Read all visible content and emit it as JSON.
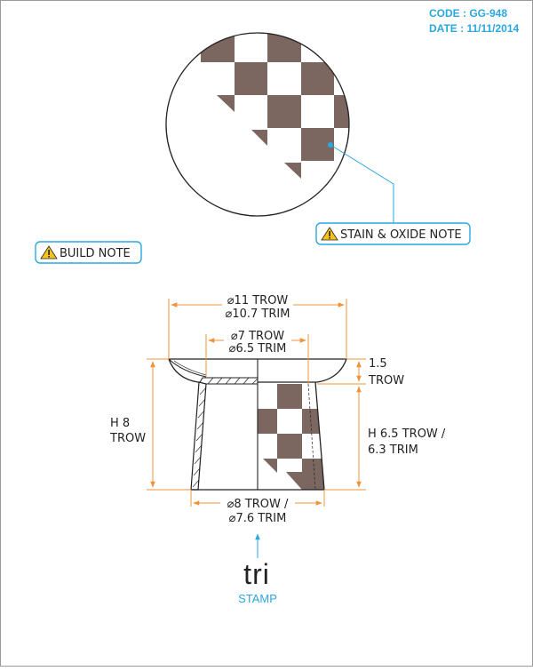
{
  "header": {
    "code": "CODE : GG-948",
    "date": "DATE : 11/11/2014"
  },
  "notes": {
    "stain_oxide": "STAIN & OXIDE NOTE",
    "build": "BUILD NOTE"
  },
  "dimensions": {
    "rim_trow": "⌀11 TROW",
    "rim_trim": "⌀10.7 TRIM",
    "inner_trow": "⌀7 TROW",
    "inner_trim": "⌀6.5 TRIM",
    "lip_value": "1.5",
    "lip_unit": "TROW",
    "total_height_value": "H 8",
    "total_height_unit": "TROW",
    "body_height_1": "H 6.5 TROW /",
    "body_height_2": "6.3 TRIM",
    "base_trow": "⌀8 TROW /",
    "base_trim": "⌀7.6 TRIM"
  },
  "stamp": {
    "mark": "tri",
    "label": "STAMP"
  },
  "colors": {
    "accent": "#2aa7e0",
    "dimension": "#f0933a",
    "checker": "#7b6660",
    "line": "#222222"
  },
  "icons": {
    "warning": "warning-triangle-icon"
  }
}
